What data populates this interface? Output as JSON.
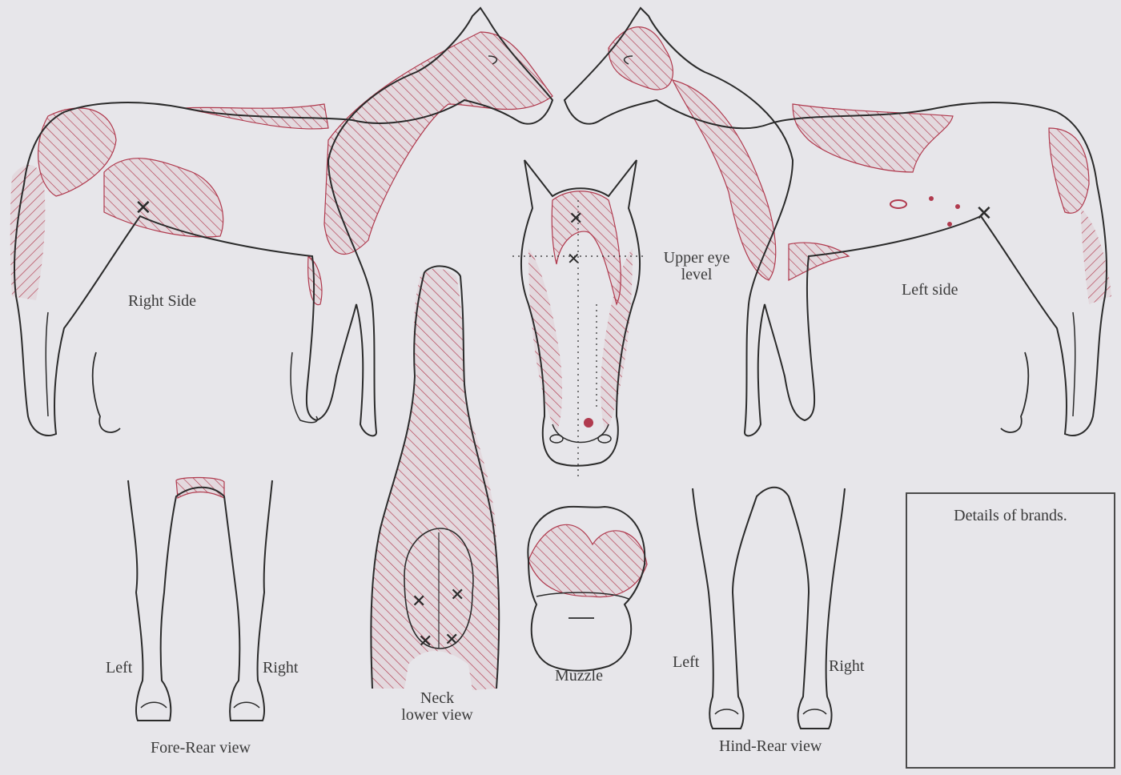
{
  "labels": {
    "right_side": "Right Side",
    "left_side": "Left side",
    "upper_eye_1": "Upper eye",
    "upper_eye_2": "level",
    "neck_1": "Neck",
    "neck_2": "lower view",
    "muzzle": "Muzzle",
    "fore_left": "Left",
    "fore_right": "Right",
    "fore_rear_view": "Fore-Rear view",
    "hind_left": "Left",
    "hind_right": "Right",
    "hind_rear_view": "Hind-Rear view",
    "details_of_brands": "Details of brands."
  },
  "colors": {
    "paper": "#e7e6ea",
    "outline": "#2b2b2b",
    "marking_hatch": "#b03a4e"
  }
}
